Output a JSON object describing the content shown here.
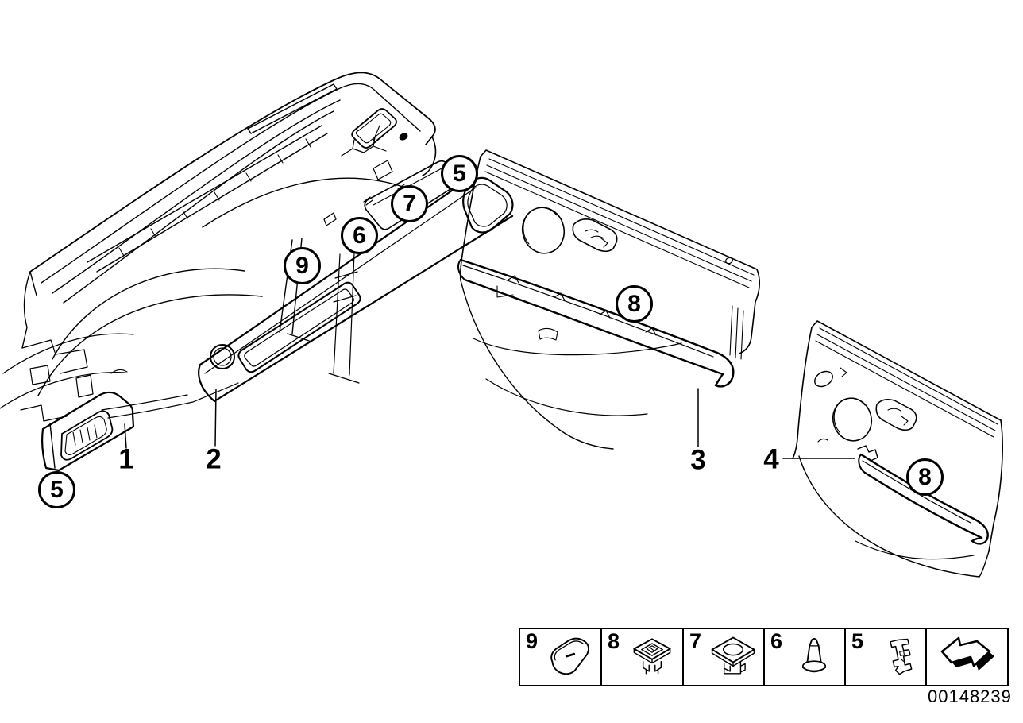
{
  "figure": {
    "kind": "vehicle interior trim parts diagram",
    "doc_number": "00148239"
  },
  "callouts": {
    "circled": [
      {
        "label": "9"
      },
      {
        "label": "6"
      },
      {
        "label": "7"
      },
      {
        "label": "5"
      },
      {
        "label": "8"
      },
      {
        "label": "5"
      },
      {
        "label": "8"
      }
    ],
    "plain": [
      {
        "label": "1"
      },
      {
        "label": "2"
      },
      {
        "label": "3"
      },
      {
        "label": "4"
      }
    ]
  },
  "legend": {
    "items": [
      {
        "label": "9",
        "icon": "trim-cap-fastener-icon"
      },
      {
        "label": "8",
        "icon": "expanding-clip-icon"
      },
      {
        "label": "7",
        "icon": "grommet-clip-icon"
      },
      {
        "label": "6",
        "icon": "push-pin-rivet-icon"
      },
      {
        "label": "5",
        "icon": "spring-steel-clip-icon"
      }
    ],
    "nav_arrow": "direction-arrow-icon"
  }
}
